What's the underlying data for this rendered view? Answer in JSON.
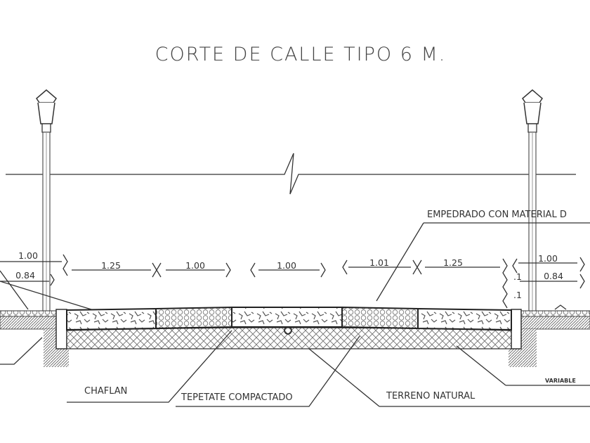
{
  "title": "CORTE DE CALLE TIPO 6 M.",
  "labels": {
    "empedrado": "EMPEDRADO CON MATERIAL D",
    "chaflan": "CHAFLAN",
    "tepetate": "TEPETATE COMPACTADO",
    "terreno": "TERRENO NATURAL",
    "variable": "VARIABLE"
  },
  "dimensions": {
    "left_sidewalk": "1.00",
    "left_sidewalk_inner": "0.84",
    "road": [
      "1.25",
      "1.00",
      "1.00",
      "1.01",
      "1.25"
    ],
    "right_sidewalk": "1.00",
    "right_sidewalk_inner": "0.84",
    "right_small_1": ".1",
    "right_small_2": ".1"
  }
}
